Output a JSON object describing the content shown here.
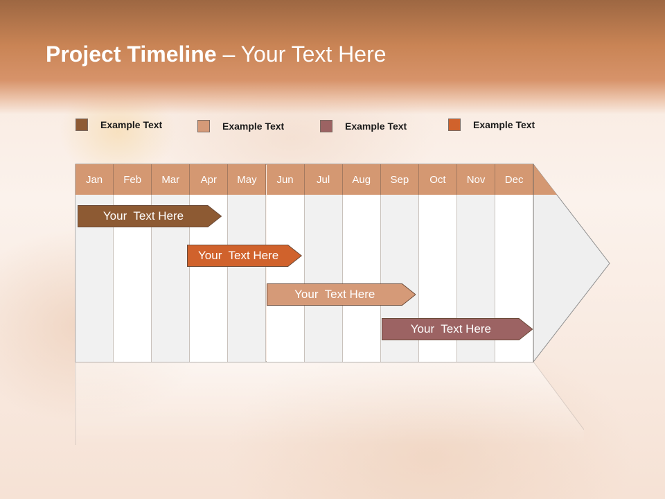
{
  "slide": {
    "title_bold": "Project Timeline",
    "title_separator": " – ",
    "title_rest": "Your Text Here"
  },
  "legend": [
    {
      "label": "Example Text",
      "color": "#8d5a33"
    },
    {
      "label": "Example Text",
      "color": "#d59a78"
    },
    {
      "label": "Example Text",
      "color": "#9c6363"
    },
    {
      "label": "Example Text",
      "color": "#d0622c"
    }
  ],
  "months": [
    "Jan",
    "Feb",
    "Mar",
    "Apr",
    "May",
    "Jun",
    "Jul",
    "Aug",
    "Sep",
    "Oct",
    "Nov",
    "Dec"
  ],
  "tasks": [
    {
      "label": "Your  Text Here",
      "color": "#8d5a33",
      "start_month": "Jan",
      "end_month": "Apr"
    },
    {
      "label": "Your  Text Here",
      "color": "#d0622c",
      "start_month": "Apr",
      "end_month": "Jun"
    },
    {
      "label": "Your  Text Here",
      "color": "#d59a78",
      "start_month": "Jun",
      "end_month": "Sep"
    },
    {
      "label": "Your  Text Here",
      "color": "#9c6363",
      "start_month": "Sep",
      "end_month": "Dec"
    }
  ],
  "colors": {
    "header_band": "#c98455",
    "month_header": "#d49872",
    "column_shade": "#f1f1f1",
    "column_plain": "#ffffff"
  }
}
